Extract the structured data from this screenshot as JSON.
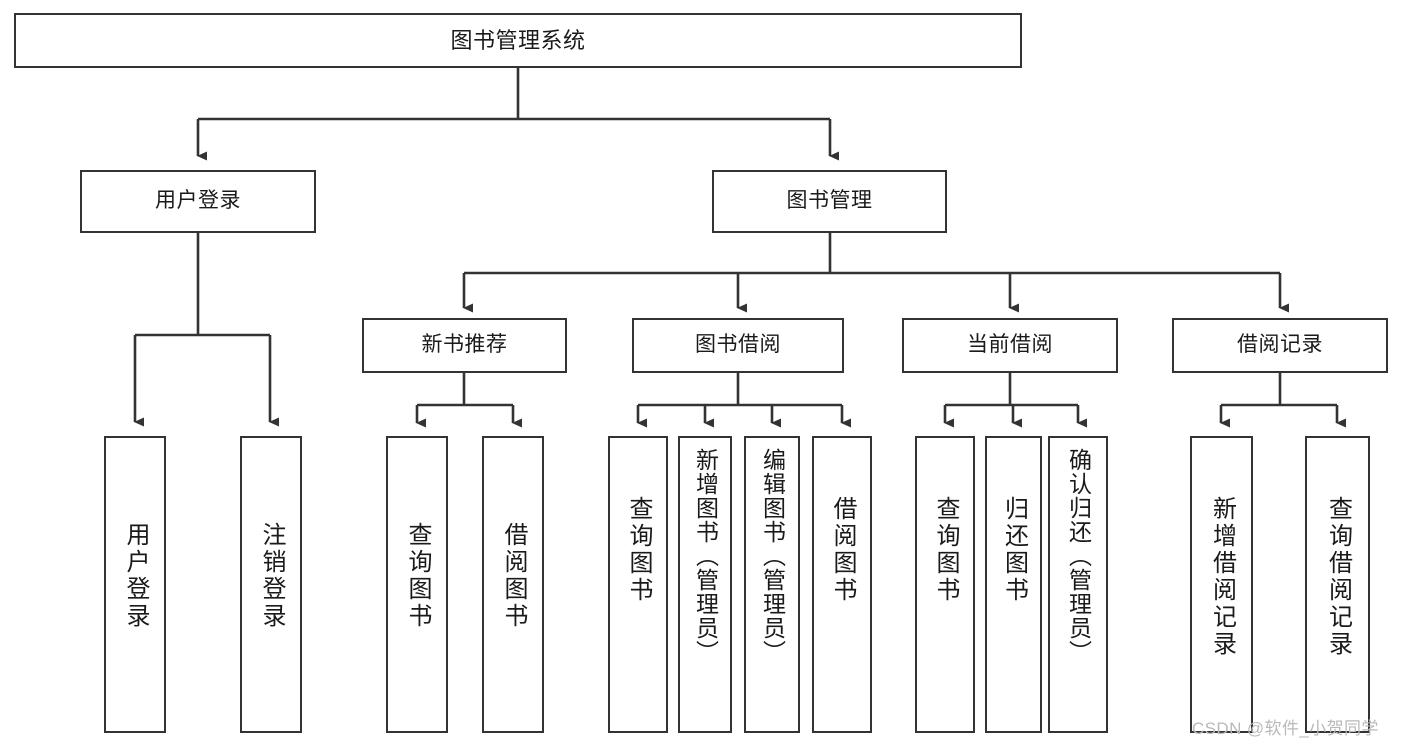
{
  "diagram": {
    "type": "tree-hierarchy-chart",
    "title": "图书管理系统",
    "orientation": "top-down",
    "style": {
      "box_border_color": "#333333",
      "box_fill_color": "#ffffff",
      "edge_color": "#333333",
      "background": "#ffffff",
      "text_color": "#1a1a1a"
    },
    "levels": [
      {
        "level": 0,
        "nodes": [
          {
            "id": "root",
            "label": "图书管理系统"
          }
        ]
      },
      {
        "level": 1,
        "nodes": [
          {
            "id": "user-login",
            "label": "用户登录",
            "parent": "root"
          },
          {
            "id": "book-manage",
            "label": "图书管理",
            "parent": "root"
          }
        ]
      },
      {
        "level": 2,
        "nodes": [
          {
            "id": "new-book-rec",
            "label": "新书推荐",
            "parent": "book-manage"
          },
          {
            "id": "book-borrow",
            "label": "图书借阅",
            "parent": "book-manage"
          },
          {
            "id": "current-borrow",
            "label": "当前借阅",
            "parent": "book-manage"
          },
          {
            "id": "borrow-record",
            "label": "借阅记录",
            "parent": "book-manage"
          }
        ]
      },
      {
        "level": 3,
        "nodes": [
          {
            "id": "leaf-user-login",
            "label": "用户登录",
            "parent": "user-login"
          },
          {
            "id": "leaf-logout",
            "label": "注销登录",
            "parent": "user-login"
          },
          {
            "id": "leaf-query-book-rec",
            "label": "查询图书",
            "parent": "new-book-rec"
          },
          {
            "id": "leaf-borrow-book-rec",
            "label": "借阅图书",
            "parent": "new-book-rec"
          },
          {
            "id": "leaf-query-book-borrow",
            "label": "查询图书",
            "parent": "book-borrow"
          },
          {
            "id": "leaf-add-book",
            "label": "新增图书（管理员）",
            "parent": "book-borrow"
          },
          {
            "id": "leaf-edit-book",
            "label": "编辑图书（管理员）",
            "parent": "book-borrow"
          },
          {
            "id": "leaf-borrow-book",
            "label": "借阅图书",
            "parent": "book-borrow"
          },
          {
            "id": "leaf-query-book-current",
            "label": "查询图书",
            "parent": "current-borrow"
          },
          {
            "id": "leaf-return-book",
            "label": "归还图书",
            "parent": "current-borrow"
          },
          {
            "id": "leaf-confirm-return",
            "label": "确认归还（管理员）",
            "parent": "current-borrow"
          },
          {
            "id": "leaf-add-record",
            "label": "新增借阅记录",
            "parent": "borrow-record"
          },
          {
            "id": "leaf-query-record",
            "label": "查询借阅记录",
            "parent": "borrow-record"
          }
        ]
      }
    ]
  },
  "watermark": {
    "text": "CSDN @软件_小贺同学"
  }
}
